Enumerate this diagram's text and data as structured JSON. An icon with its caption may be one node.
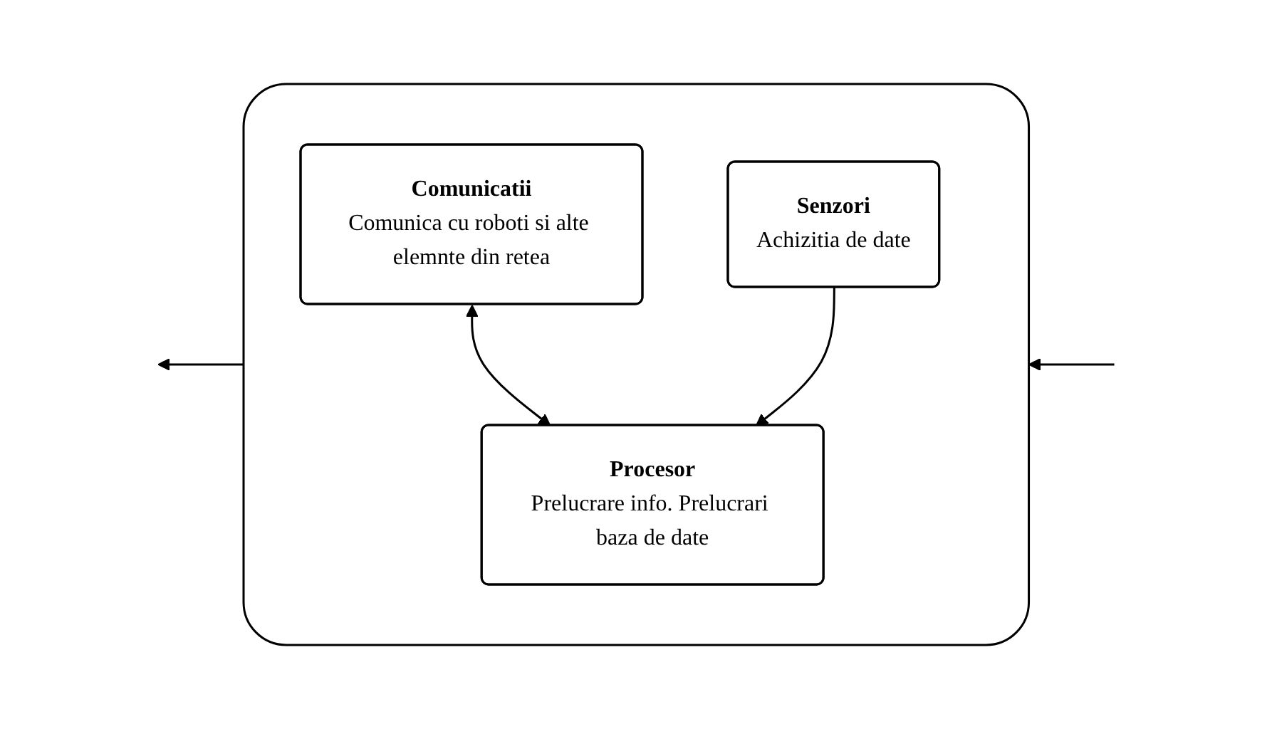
{
  "diagram": {
    "nodes": [
      {
        "text": [],
        "shape": "box"
      },
      {
        "text": [
          "Procesor",
          "Prelucrare info. Prelucrari baza de date"
        ],
        "in": 0
      },
      {
        "text": [
          "Comunicatii",
          "Comunica cu roboti si alte elemnte din retea"
        ],
        "in": 0
      },
      {
        "text": [
          "Senzori",
          "Achizitia de date"
        ],
        "in": 0
      }
    ],
    "edges": [
      {
        "from": 1,
        "to": 2,
        "arrow": "both"
      },
      {
        "from": 3,
        "to": 1,
        "arrow": "to"
      },
      {
        "from": 0,
        "to": null,
        "arrow": "to"
      },
      {
        "from": null,
        "to": 0,
        "arrow": "to"
      }
    ]
  }
}
